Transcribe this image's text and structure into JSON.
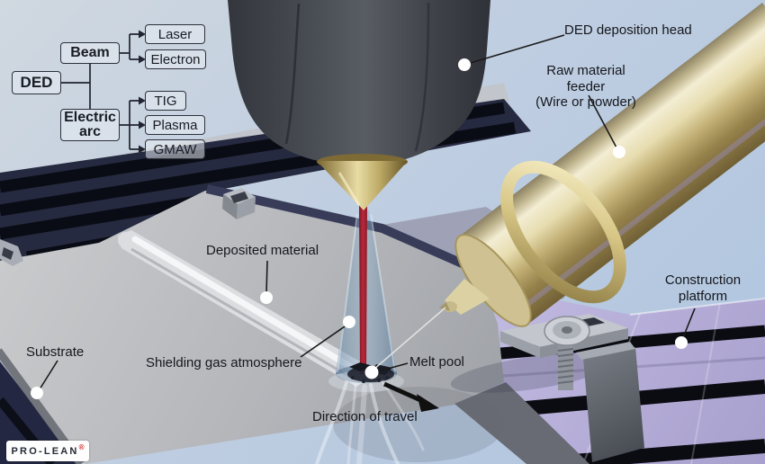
{
  "flowchart": {
    "root": "DED",
    "branches": [
      {
        "label": "Beam",
        "children": [
          "Laser",
          "Electron"
        ]
      },
      {
        "label": "Electric arc",
        "children": [
          "TIG",
          "Plasma",
          "GMAW"
        ]
      }
    ]
  },
  "labels": {
    "deposition_head": "DED deposition head",
    "feeder_line1": "Raw material feeder",
    "feeder_line2": "(Wire or powder)",
    "deposited_material": "Deposited material",
    "substrate": "Substrate",
    "shielding_gas": "Shielding gas atmosphere",
    "melt_pool": "Melt pool",
    "direction_of_travel": "Direction of travel",
    "construction_line1": "Construction",
    "construction_line2": "platform"
  },
  "logo": {
    "text": "PRO-LEAN",
    "mark": "®"
  },
  "colors": {
    "sky_blue": "#bccde0",
    "deposition_head_dark": "#4a4e55",
    "nozzle_gold": "#d8c685",
    "laser_red": "#a32334",
    "shielding_gas_blue": "#6d93ae",
    "substrate_grey": "#b9bbbe",
    "deposited_bead": "#dcdde0",
    "construction_platform_purple": "#b8b0da",
    "machine_bed_navy": "#262a40",
    "label_dot": "#ffffff"
  }
}
